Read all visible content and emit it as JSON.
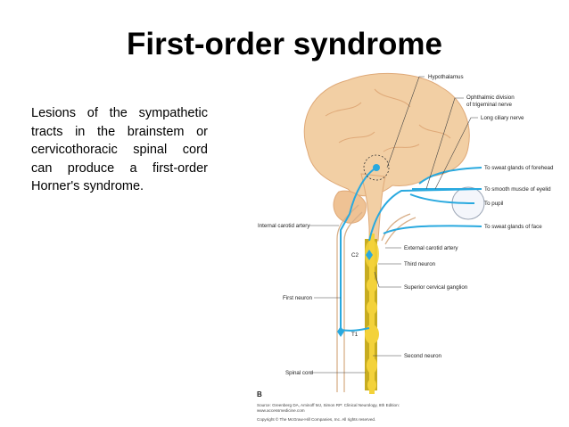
{
  "slide": {
    "title": "First-order syndrome",
    "description": "Lesions of the sympathetic tracts in the brainstem or cervicothoracic spinal cord can produce a first-order Horner's syndrome."
  },
  "figure": {
    "labels": {
      "hypothalamus": "Hypothalamus",
      "ophthalmic_1": "Ophthalmic division",
      "ophthalmic_2": "of trigeminal nerve",
      "long_ciliary": "Long ciliary nerve",
      "sweat_forehead": "To sweat glands of forehead",
      "smooth_muscle": "To smooth muscle of eyelid",
      "pupil": "To pupil",
      "sweat_face": "To sweat glands of face",
      "internal_carotid": "Internal carotid artery",
      "external_carotid": "External carotid artery",
      "c2": "C2",
      "third_neuron": "Third neuron",
      "superior_ganglion": "Superior cervical ganglion",
      "first_neuron": "First neuron",
      "t1": "T1",
      "second_neuron": "Second neuron",
      "spinal_cord": "Spinal cord",
      "panel": "B"
    },
    "source": {
      "line1": "Source: Greenberg DA, Aminoff MJ, Simon RP: Clinical Neurology, 8th Edition:",
      "line2": "www.accessmedicine.com",
      "line3": "Copyright © The McGraw-Hill Companies, Inc. All rights reserved."
    },
    "colors": {
      "brain": "#f2cfa4",
      "brain_dark": "#dfa978",
      "neuron": "#29a9df",
      "ganglion": "#f3d23a",
      "cord": "#c7ac20"
    }
  }
}
